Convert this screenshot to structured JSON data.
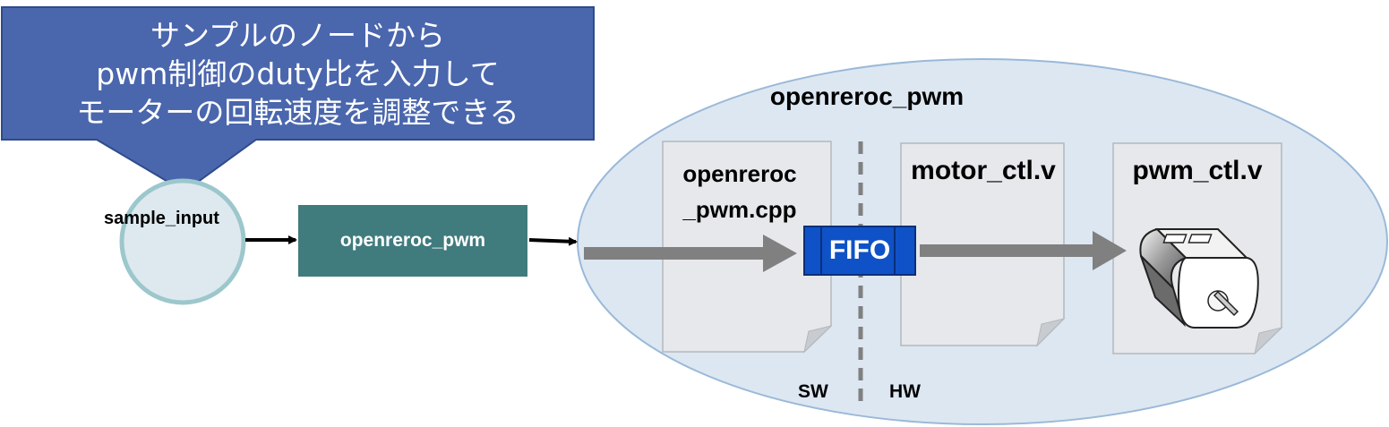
{
  "callout": {
    "lines": [
      "サンプルのノードから",
      "pwm制御のduty比を入力して",
      "モーターの回転速度を調整できる"
    ]
  },
  "node": {
    "label": "sample_input"
  },
  "ros_node_box": {
    "label": "openreroc_pwm"
  },
  "region": {
    "title": "openreroc_pwm"
  },
  "documents": [
    {
      "line1": "openreroc",
      "line2": "_pwm.cpp"
    },
    {
      "label": "motor_ctl.v"
    },
    {
      "label": "pwm_ctl.v"
    }
  ],
  "fifo": {
    "label": "FIFO"
  },
  "divider": {
    "left_label": "SW",
    "right_label": "HW"
  },
  "colors": {
    "callout": "#4a66ad",
    "node_fill": "#dde9ee",
    "node_stroke": "#9cc7cc",
    "ros_box": "#407b7e",
    "region_fill": "#dde7f2",
    "region_stroke": "#9ab9d8",
    "doc_fill": "#e6e8eb",
    "fifo": "#0f52c7",
    "arrow_gray": "#808080"
  }
}
